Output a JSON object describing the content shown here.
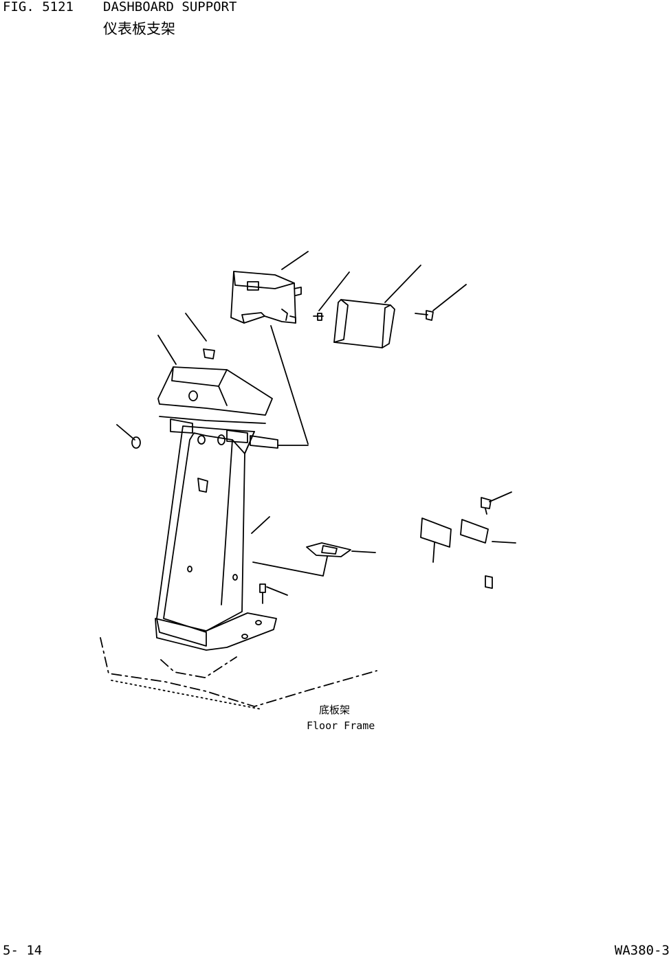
{
  "header": {
    "figure_number": "FIG. 5121",
    "title_en": "DASHBOARD SUPPORT",
    "title_cn": "仪表板支架"
  },
  "callouts": {
    "floor_frame_cn": "底板架",
    "floor_frame_en": "Floor Frame"
  },
  "footer": {
    "page_number": "5- 14",
    "model": "WA380-3"
  }
}
